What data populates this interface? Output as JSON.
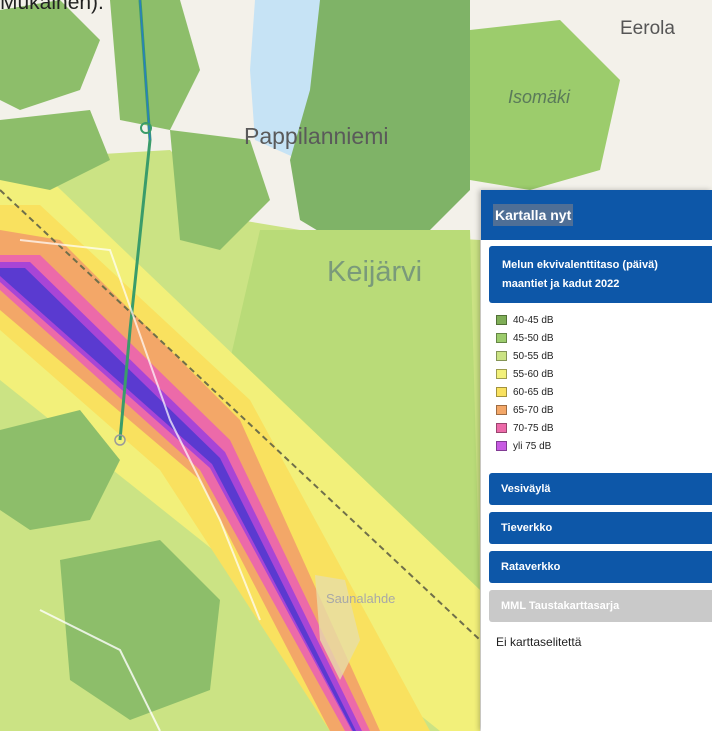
{
  "caption_fragment": "Mukainen).",
  "places": {
    "eerola": "Eerola",
    "isomaki": "Isomäki",
    "pappilanniemi": "Pappilanniemi",
    "keijarvi": "Keijärvi",
    "saunalahde": "Saunalahde"
  },
  "panel": {
    "title": "Kartalla nyt",
    "active_layer": "Melun ekvivalenttitaso (päivä) maantiet ja kadut 2022",
    "legend": [
      {
        "label": "40-45 dB",
        "color": "#7fae57"
      },
      {
        "label": "45-50 dB",
        "color": "#9ccc6c"
      },
      {
        "label": "50-55 dB",
        "color": "#cbe384"
      },
      {
        "label": "55-60 dB",
        "color": "#f2f07a"
      },
      {
        "label": "60-65 dB",
        "color": "#f9e15f"
      },
      {
        "label": "65-70 dB",
        "color": "#f3a768"
      },
      {
        "label": "70-75 dB",
        "color": "#ec6aa9"
      },
      {
        "label": "yli 75 dB",
        "color": "#c75be2"
      }
    ],
    "layers": [
      "Vesiväylä",
      "Tieverkko",
      "Rataverkko"
    ],
    "basemap_layer": "MML Taustakarttasarja",
    "no_legend_text": "Ei karttaselitettä"
  }
}
